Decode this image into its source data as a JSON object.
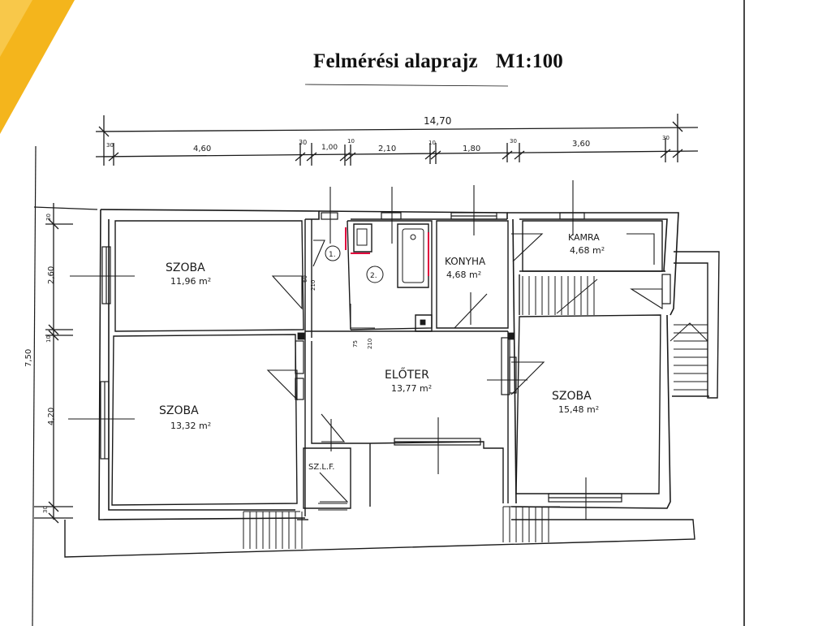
{
  "title": {
    "text": "Felmérési alaprajz",
    "scale": "M1:100"
  },
  "dimensions": {
    "total_width": "14,70",
    "top_row": [
      "30",
      "4,60",
      "30",
      "1,00",
      "10",
      "2,10",
      "10",
      "1,80",
      "30",
      "3,60",
      "30"
    ],
    "left_total": "7,50",
    "left_column": [
      "30",
      "2,60",
      "10",
      "4,20",
      "30"
    ],
    "small": [
      "60",
      "210",
      "75",
      "210"
    ]
  },
  "rooms": [
    {
      "name": "SZOBA",
      "area": "11,96 m²"
    },
    {
      "name": "SZOBA",
      "area": "13,32 m²"
    },
    {
      "name": "KONYHA",
      "area": "4,68 m²"
    },
    {
      "name": "KAMRA",
      "area": "4,68 m²"
    },
    {
      "name": "ELŐTER",
      "area": "13,77 m²"
    },
    {
      "name": "SZOBA",
      "area": "15,48 m²"
    },
    {
      "name": "SZ.L.F.",
      "area": ""
    }
  ],
  "markers": [
    "1.",
    "2."
  ],
  "colors": {
    "line": "#1a1a1a",
    "accent": "#e0003c",
    "corner": "#f4b51c"
  }
}
